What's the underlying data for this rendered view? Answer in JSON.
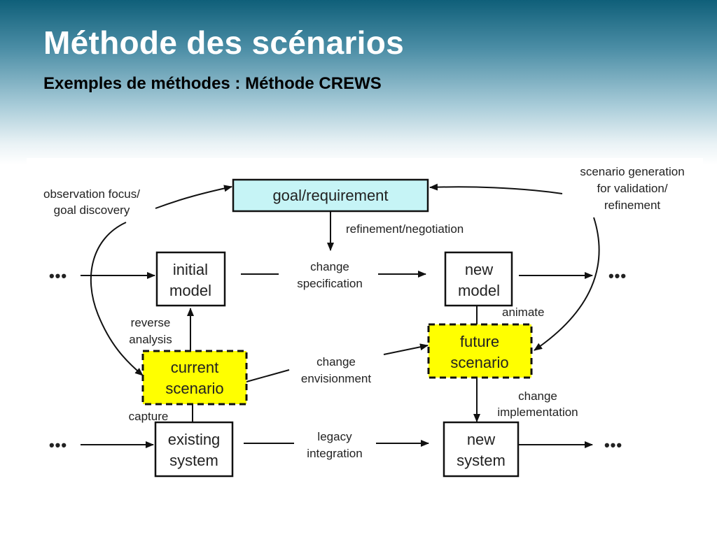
{
  "title": "Méthode des scénarios",
  "subtitle": "Exemples de méthodes : Méthode CREWS",
  "colors": {
    "goal_fill": "#c6f4f6",
    "scenario_fill": "#ffff00",
    "line": "#111111",
    "header_top": "#0f5f79"
  },
  "diagram": {
    "nodes": {
      "goal": "goal/requirement",
      "initial_model": [
        "initial",
        "model"
      ],
      "new_model": [
        "new",
        "model"
      ],
      "current_scenario": [
        "current",
        "scenario"
      ],
      "future_scenario": [
        "future",
        "scenario"
      ],
      "existing_system": [
        "existing",
        "system"
      ],
      "new_system": [
        "new",
        "system"
      ]
    },
    "labels": {
      "observation": [
        "observation focus/",
        "goal discovery"
      ],
      "scenario_generation": [
        "scenario generation",
        "for validation/",
        "refinement"
      ],
      "refinement": "refinement/negotiation",
      "change_spec": [
        "change",
        "specification"
      ],
      "reverse": [
        "reverse",
        "analysis"
      ],
      "animate": "animate",
      "change_env": [
        "change",
        "envisionment"
      ],
      "capture": "capture",
      "change_impl": [
        "change",
        "implementation"
      ],
      "legacy": [
        "legacy",
        "integration"
      ]
    },
    "ellipsis": "•••"
  }
}
